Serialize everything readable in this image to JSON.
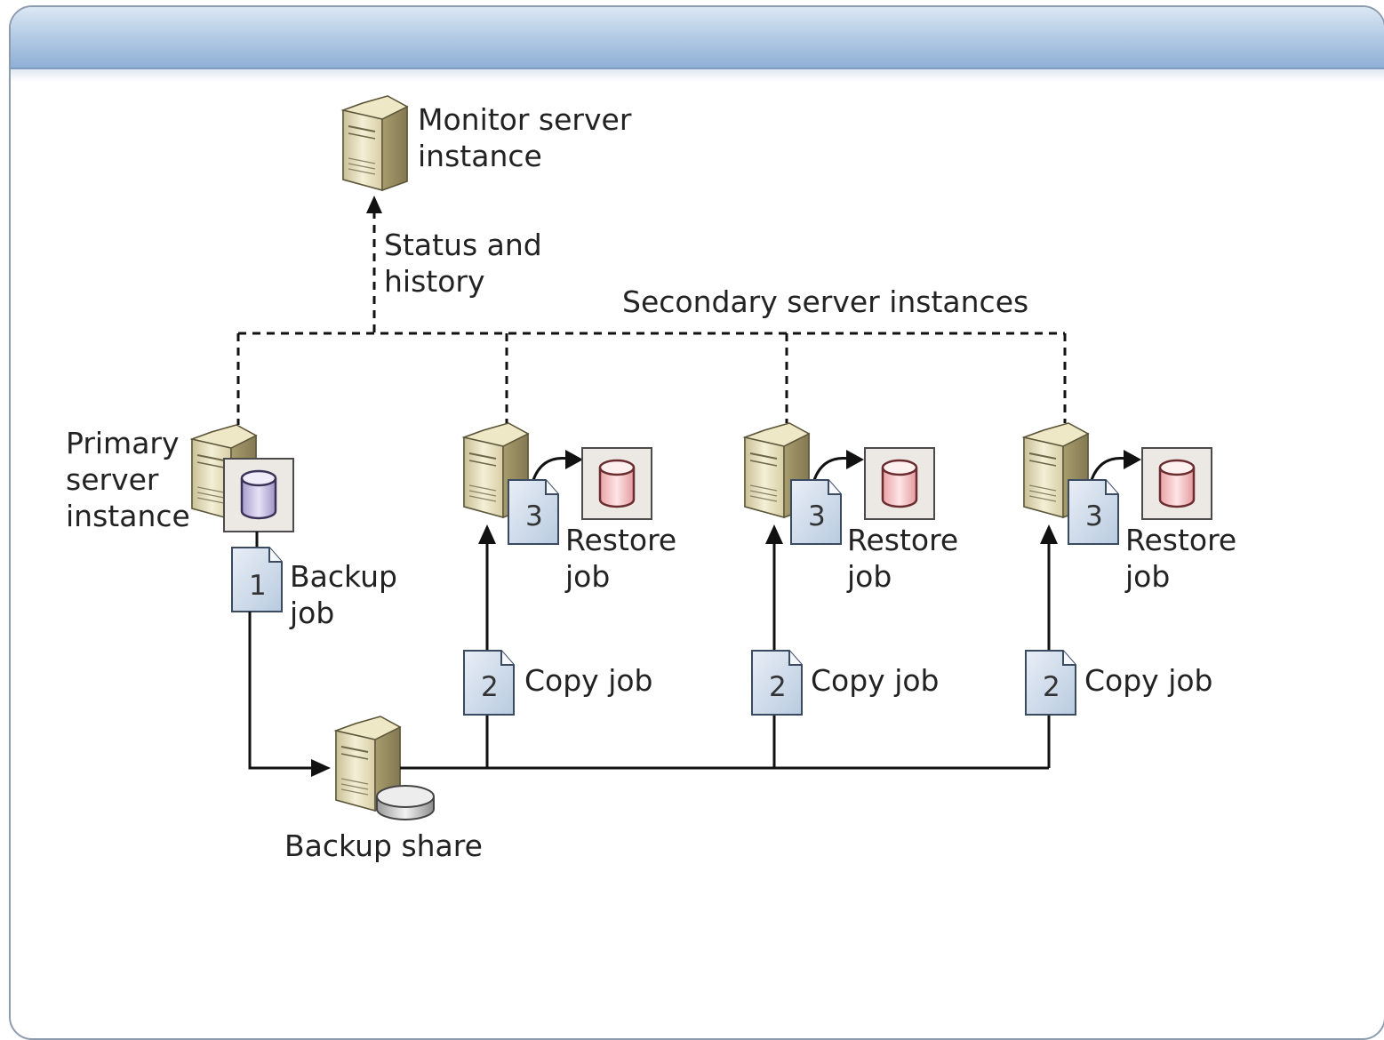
{
  "labels": {
    "monitor_line1": "Monitor server",
    "monitor_line2": "instance",
    "status_line1": "Status and",
    "status_line2": "history",
    "secondary_title": "Secondary server instances",
    "primary_line1": "Primary",
    "primary_line2": "server",
    "primary_line3": "instance",
    "backup_job_line1": "Backup",
    "backup_job_line2": "job",
    "backup_share": "Backup share",
    "copy_job": "Copy job",
    "restore_job_line1": "Restore",
    "restore_job_line2": "job"
  },
  "step_numbers": {
    "backup": "1",
    "copy": "2",
    "restore": "3"
  },
  "colors": {
    "server_body": "#e3dcb7",
    "server_side": "#a59b6c",
    "primary_db": "#c8c0e2",
    "secondary_db": "#f5c6c8",
    "document": "#d6e1ef",
    "banner": "#a9c3e1"
  }
}
